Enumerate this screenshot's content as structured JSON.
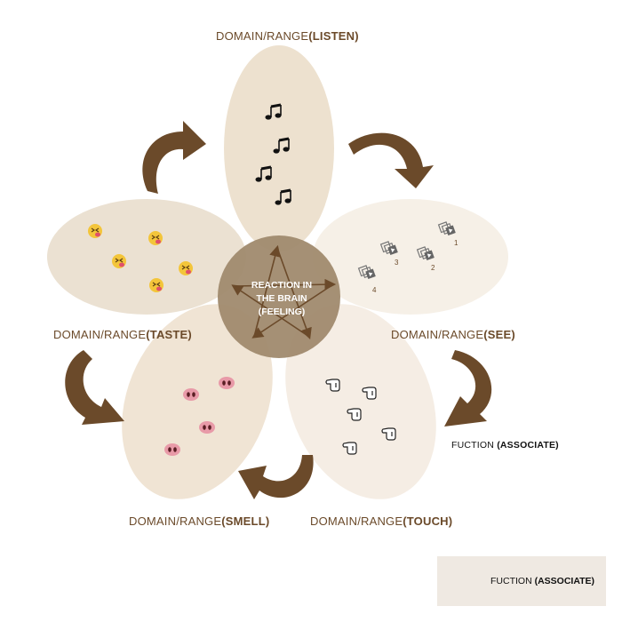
{
  "labels": {
    "listen": {
      "prefix": "DOMAIN/RANGE",
      "name": "(LISTEN)"
    },
    "see": {
      "prefix": "DOMAIN/RANGE",
      "name": "(SEE)"
    },
    "touch": {
      "prefix": "DOMAIN/RANGE",
      "name": "(TOUCH)"
    },
    "smell": {
      "prefix": "DOMAIN/RANGE",
      "name": "(SMELL)"
    },
    "taste": {
      "prefix": "DOMAIN/RANGE",
      "name": "(TASTE)"
    }
  },
  "function_label": {
    "prefix": "FUCTION ",
    "name": "(ASSOCIATE)"
  },
  "center": {
    "line1": "REACTION IN",
    "line2": "THE BRAIN",
    "line3": "(FEELING)"
  },
  "legend": {
    "prefix": "FUCTION ",
    "name": "(ASSOCIATE)"
  },
  "see_numbers": [
    "1",
    "2",
    "3",
    "4"
  ],
  "colors": {
    "petal_listen": "#ecdfcc",
    "petal_taste": "#eadfd0",
    "petal_see": "#f5efe6",
    "petal_touch": "#f4ece3",
    "petal_smell": "#efe3d2",
    "center": "#a08a6e",
    "arrow": "#6b4a2a",
    "label": "#6b4a2a"
  },
  "icons": {
    "listen": "music-note-icon",
    "see": "layered-play-icon",
    "touch": "pointing-hand-icon",
    "smell": "pig-nose-icon",
    "taste": "tongue-face-icon",
    "center": "star-arrows-icon"
  }
}
